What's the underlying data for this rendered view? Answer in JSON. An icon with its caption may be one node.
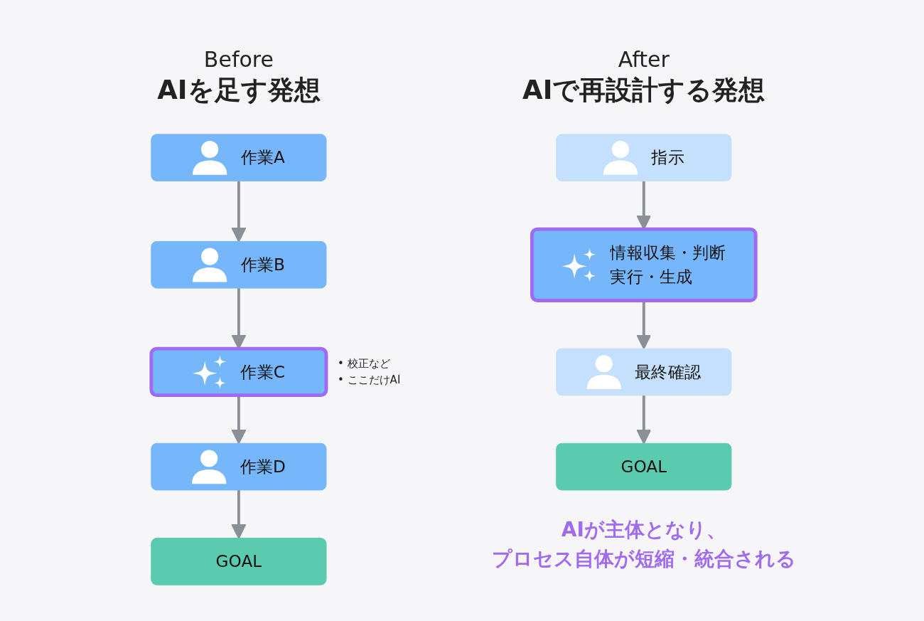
{
  "diagram": {
    "nodes": [
      {
        "text": [
          "作業A"
        ]
      },
      {
        "text": [
          "作業B"
        ]
      },
      {
        "text": [
          "作業C"
        ],
        "beside": [
          "• 校正など",
          "• ここだけAI"
        ]
      },
      {
        "text": [
          "作業D"
        ]
      },
      {
        "text": [
          "GOAL"
        ]
      },
      {
        "text": [
          "指示"
        ]
      },
      {
        "text": [
          "情報収集・判断",
          "実行・生成"
        ]
      },
      {
        "text": [
          "最終確認"
        ]
      },
      {
        "text": [
          "GOAL"
        ]
      }
    ],
    "edges": [
      {
        "from": 0,
        "to": 1,
        "arrow": "to"
      },
      {
        "from": 1,
        "to": 2,
        "arrow": "to"
      },
      {
        "from": 2,
        "to": 3,
        "arrow": "to"
      },
      {
        "from": 3,
        "to": 4,
        "arrow": "to"
      },
      {
        "from": 5,
        "to": 6,
        "arrow": "to"
      },
      {
        "from": 6,
        "to": 7,
        "arrow": "to"
      },
      {
        "from": 7,
        "to": 8,
        "arrow": "to"
      }
    ],
    "labels": [
      "Before",
      "AIを足す発想",
      "After",
      "AIで再設計する発想",
      "AIが主体となり、プロセス自体が短縮・統合される"
    ]
  }
}
